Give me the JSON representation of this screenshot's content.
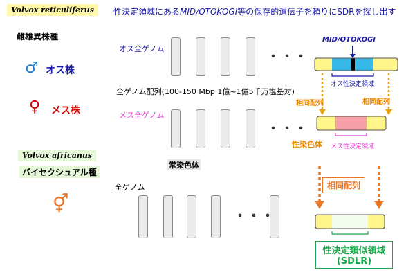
{
  "species": {
    "reticuliferus": {
      "name": "Volvox reticuliferus",
      "system": "雌雄異株種"
    },
    "africanus": {
      "name": "Volvox africanus",
      "system": "バイセクシュアル種"
    }
  },
  "title": {
    "part1": "性決定領域にある",
    "part2": "MID/OTOKOGI",
    "part3": "等の保存的遺伝子を頼りにSDRを探し出す"
  },
  "male": {
    "symbol": "♂",
    "label": "オス株",
    "genome_label": "オス全ゲノム"
  },
  "female": {
    "symbol": "♀",
    "label": "メス株",
    "genome_label": "メス全ゲノム"
  },
  "genome_sequence": "全ゲノム配列(100-150 Mbp 1億~1億5千万塩基対)",
  "autosome": "常染色体",
  "bisexual": {
    "symbol": "⚥",
    "genome_label": "全ゲノム"
  },
  "ellipsis": "・・・",
  "right_panel": {
    "gene_label": "MID/OTOKOGI",
    "male_region": "オス性決定領域",
    "homolog_left": "相同配列",
    "homolog_right": "相同配列",
    "sex_chromosome": "性染色体",
    "female_region": "メス性決定領域",
    "homolog_center": "相同配列",
    "sdlr_line1": "性決定類似領域",
    "sdlr_line2": "(SDLR)"
  },
  "colors": {
    "male": "#1a7fd6",
    "female": "#d40000",
    "bisexual": "#e8772a",
    "orange": "#e88a00",
    "green": "#18a84a",
    "yellow": "#fff58a"
  }
}
